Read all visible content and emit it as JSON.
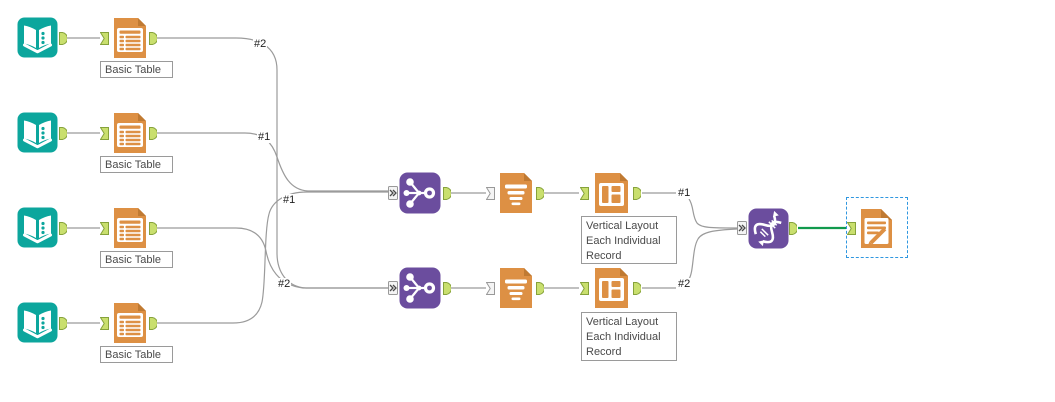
{
  "app": {
    "view": "workflow-canvas"
  },
  "colors": {
    "teal": "#0CA69D",
    "orange": "#DD9044",
    "orange-dark": "#C07A32",
    "purple": "#6B4D9E",
    "anchor-green": "#C9DF6E",
    "anchor-green-border": "#86A23B",
    "anchor-gray": "#F4F4F4",
    "anchor-gray-border": "#999999",
    "wire": "#9B9B9B",
    "wire-selected": "#119A4D",
    "selection-blue": "#2F97E0",
    "label-border": "#9A9A9A",
    "label-text": "#4A4A4A",
    "conn-label-text": "#1F1F1F"
  },
  "icons": {
    "input_data": "input-data-book-icon",
    "basic_table": "table-document-icon",
    "union": "union-network-icon",
    "report_text": "text-document-icon",
    "layout": "layout-document-icon",
    "join_multiple": "dna-join-icon",
    "render": "render-document-icon",
    "output_anchor": "output-connector-icon",
    "input_anchor": "input-connector-icon",
    "multi_input_anchor": "double-chevron-icon"
  },
  "annotations": {
    "basic_table": "Basic Table",
    "vertical_layout": {
      "line1": "Vertical Layout",
      "line2": "Each Individual",
      "line3": "Record"
    }
  },
  "connection_labels": {
    "row1": "#2",
    "row2": "#1",
    "union_top": "#1",
    "union_bottom": "#2",
    "join_top": "#1",
    "join_bottom": "#2"
  }
}
